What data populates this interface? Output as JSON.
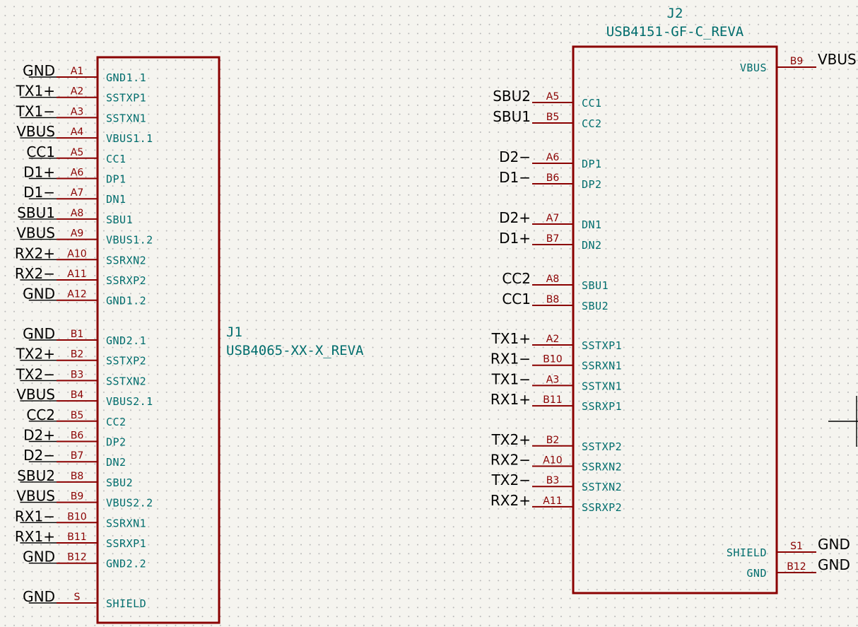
{
  "components": [
    {
      "id": "J1",
      "reference": "J1",
      "value": "USB4065-XX-X_REVA",
      "pins": [
        {
          "net": "GND",
          "num": "A1",
          "name": "GND1.1"
        },
        {
          "net": "TX1+",
          "num": "A2",
          "name": "SSTXP1"
        },
        {
          "net": "TX1−",
          "num": "A3",
          "name": "SSTXN1"
        },
        {
          "net": "VBUS",
          "num": "A4",
          "name": "VBUS1.1"
        },
        {
          "net": "CC1",
          "num": "A5",
          "name": "CC1"
        },
        {
          "net": "D1+",
          "num": "A6",
          "name": "DP1"
        },
        {
          "net": "D1−",
          "num": "A7",
          "name": "DN1"
        },
        {
          "net": "SBU1",
          "num": "A8",
          "name": "SBU1"
        },
        {
          "net": "VBUS",
          "num": "A9",
          "name": "VBUS1.2"
        },
        {
          "net": "RX2+",
          "num": "A10",
          "name": "SSRXN2"
        },
        {
          "net": "RX2−",
          "num": "A11",
          "name": "SSRXP2"
        },
        {
          "net": "GND",
          "num": "A12",
          "name": "GND1.2"
        },
        {
          "net": "GND",
          "num": "B1",
          "name": "GND2.1"
        },
        {
          "net": "TX2+",
          "num": "B2",
          "name": "SSTXP2"
        },
        {
          "net": "TX2−",
          "num": "B3",
          "name": "SSTXN2"
        },
        {
          "net": "VBUS",
          "num": "B4",
          "name": "VBUS2.1"
        },
        {
          "net": "CC2",
          "num": "B5",
          "name": "CC2"
        },
        {
          "net": "D2+",
          "num": "B6",
          "name": "DP2"
        },
        {
          "net": "D2−",
          "num": "B7",
          "name": "DN2"
        },
        {
          "net": "SBU2",
          "num": "B8",
          "name": "SBU2"
        },
        {
          "net": "VBUS",
          "num": "B9",
          "name": "VBUS2.2"
        },
        {
          "net": "RX1−",
          "num": "B10",
          "name": "SSRXN1"
        },
        {
          "net": "RX1+",
          "num": "B11",
          "name": "SSRXP1"
        },
        {
          "net": "GND",
          "num": "B12",
          "name": "GND2.2"
        },
        {
          "net": "GND",
          "num": "S",
          "name": "SHIELD"
        }
      ]
    },
    {
      "id": "J2",
      "reference": "J2",
      "value": "USB4151-GF-C_REVA",
      "left_pins": [
        {
          "net": "SBU2",
          "num": "A5",
          "name": "CC1"
        },
        {
          "net": "SBU1",
          "num": "B5",
          "name": "CC2"
        },
        {
          "net": "D2−",
          "num": "A6",
          "name": "DP1"
        },
        {
          "net": "D1−",
          "num": "B6",
          "name": "DP2"
        },
        {
          "net": "D2+",
          "num": "A7",
          "name": "DN1"
        },
        {
          "net": "D1+",
          "num": "B7",
          "name": "DN2"
        },
        {
          "net": "CC2",
          "num": "A8",
          "name": "SBU1"
        },
        {
          "net": "CC1",
          "num": "B8",
          "name": "SBU2"
        },
        {
          "net": "TX1+",
          "num": "A2",
          "name": "SSTXP1"
        },
        {
          "net": "RX1−",
          "num": "B10",
          "name": "SSRXN1"
        },
        {
          "net": "TX1−",
          "num": "A3",
          "name": "SSTXN1"
        },
        {
          "net": "RX1+",
          "num": "B11",
          "name": "SSRXP1"
        },
        {
          "net": "TX2+",
          "num": "B2",
          "name": "SSTXP2"
        },
        {
          "net": "RX2−",
          "num": "A10",
          "name": "SSRXN2"
        },
        {
          "net": "TX2−",
          "num": "B3",
          "name": "SSTXN2"
        },
        {
          "net": "RX2+",
          "num": "A11",
          "name": "SSRXP2"
        }
      ],
      "right_pins": [
        {
          "net": "VBUS",
          "num": "B9",
          "name": "VBUS"
        },
        {
          "net": "GND",
          "num": "S1",
          "name": "SHIELD"
        },
        {
          "net": "GND",
          "num": "B12",
          "name": "GND"
        }
      ]
    }
  ]
}
